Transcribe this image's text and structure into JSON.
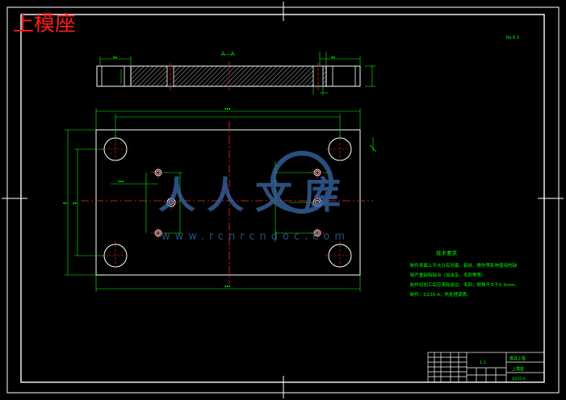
{
  "title": "上模座",
  "section_label": "A—A",
  "roughness_mark": "Ra 6.3",
  "tech_requirements": {
    "heading": "技术要求",
    "lines": [
      "制件表面上不允许有划痕、裂纹、擦伤等影响使用的缺",
      "陷严重缺陷缺点（如夹杂、毛刺等等）",
      "制件经加工后应清除锐边、毛刺，倒角不大于0.5mm。",
      "制件：Q235-A，热处理调质。"
    ]
  },
  "title_block": {
    "drawing_name": "上模座",
    "material": "Q235-A",
    "company": "模具工程",
    "scale": "1:1"
  },
  "watermark": {
    "text": "人人文库",
    "url": "www.rcnrcndoc.com"
  },
  "colors": {
    "background": "#000000",
    "outline": "#ffffff",
    "dimension": "#00ff00",
    "centerline": "#ff2020",
    "hatch": "#ffffff",
    "title": "#ff1a1a",
    "watermark": "#3a6aa8"
  }
}
